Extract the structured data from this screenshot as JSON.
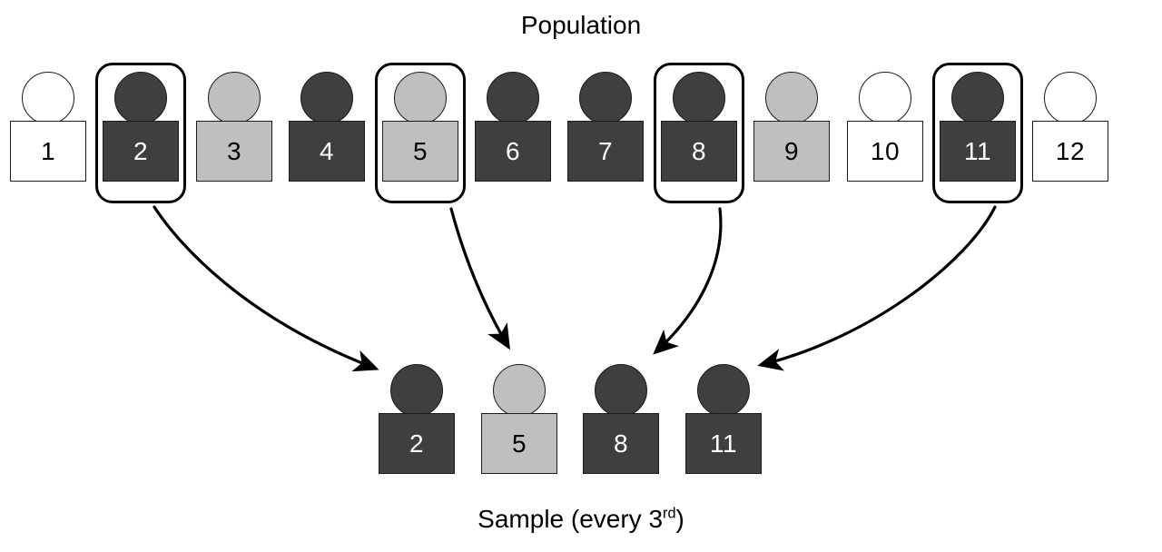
{
  "population": {
    "title": "Population",
    "units": [
      {
        "label": "1",
        "shade": "white",
        "selected": false
      },
      {
        "label": "2",
        "shade": "dark",
        "selected": true
      },
      {
        "label": "3",
        "shade": "light",
        "selected": false
      },
      {
        "label": "4",
        "shade": "dark",
        "selected": false
      },
      {
        "label": "5",
        "shade": "light",
        "selected": true
      },
      {
        "label": "6",
        "shade": "dark",
        "selected": false
      },
      {
        "label": "7",
        "shade": "dark",
        "selected": false
      },
      {
        "label": "8",
        "shade": "dark",
        "selected": true
      },
      {
        "label": "9",
        "shade": "light",
        "selected": false
      },
      {
        "label": "10",
        "shade": "white",
        "selected": false
      },
      {
        "label": "11",
        "shade": "dark",
        "selected": true
      },
      {
        "label": "12",
        "shade": "white",
        "selected": false
      }
    ]
  },
  "sample": {
    "title_main": "Sample (every 3",
    "title_sup": "rd",
    "title_tail": ")",
    "units": [
      {
        "label": "2",
        "shade": "dark"
      },
      {
        "label": "5",
        "shade": "light"
      },
      {
        "label": "8",
        "shade": "dark"
      },
      {
        "label": "11",
        "shade": "dark"
      }
    ]
  },
  "arrows": [
    {
      "from_label": "2",
      "to_label": "2"
    },
    {
      "from_label": "5",
      "to_label": "5"
    },
    {
      "from_label": "8",
      "to_label": "8"
    },
    {
      "from_label": "11",
      "to_label": "11"
    }
  ],
  "colors": {
    "dark": "#3f3f3f",
    "light": "#bfbfbf",
    "white": "#ffffff",
    "outline": "#1b1b1b",
    "frame": "#000000",
    "text_on_dark": "#ffffff",
    "text_on_light": "#000000"
  }
}
